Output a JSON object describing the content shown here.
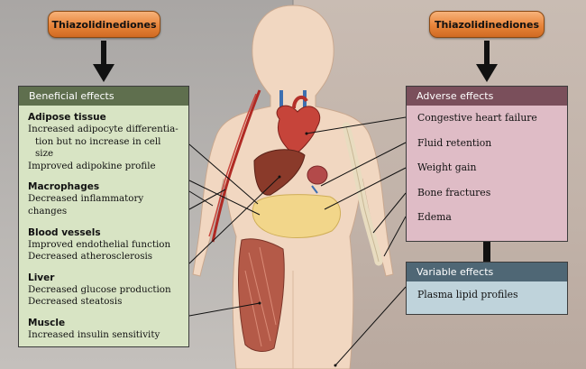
{
  "left_drug": "Thiazolidinediones",
  "right_drug": "Thiazolidinediones",
  "beneficial": {
    "header": "Beneficial effects",
    "sections": [
      {
        "title": "Adipose tissue",
        "items": [
          "Increased adipocyte differentia-",
          "tion but no increase in cell size",
          "Improved adipokine profile"
        ]
      },
      {
        "title": "Macrophages",
        "items": [
          "Decreased inflammatory changes"
        ]
      },
      {
        "title": "Blood vessels",
        "items": [
          "Improved endothelial function",
          "Decreased atherosclerosis"
        ]
      },
      {
        "title": "Liver",
        "items": [
          "Decreased glucose production",
          "Decreased steatosis"
        ]
      },
      {
        "title": "Muscle",
        "items": [
          "Increased insulin sensitivity"
        ]
      }
    ]
  },
  "adverse": {
    "header": "Adverse effects",
    "items": [
      "Congestive heart failure",
      "Fluid retention",
      "Weight gain",
      "Bone fractures",
      "Edema"
    ]
  },
  "variable": {
    "header": "Variable effects",
    "items": [
      "Plasma lipid profiles"
    ]
  },
  "colors": {
    "pill_orange": "#e8843a",
    "beneficial_header": "#5f6f4e",
    "beneficial_body": "#d8e4c4",
    "adverse_header": "#7a4f5b",
    "adverse_body": "#dfbcc6",
    "variable_header": "#4f6775",
    "variable_body": "#bfd3db"
  }
}
